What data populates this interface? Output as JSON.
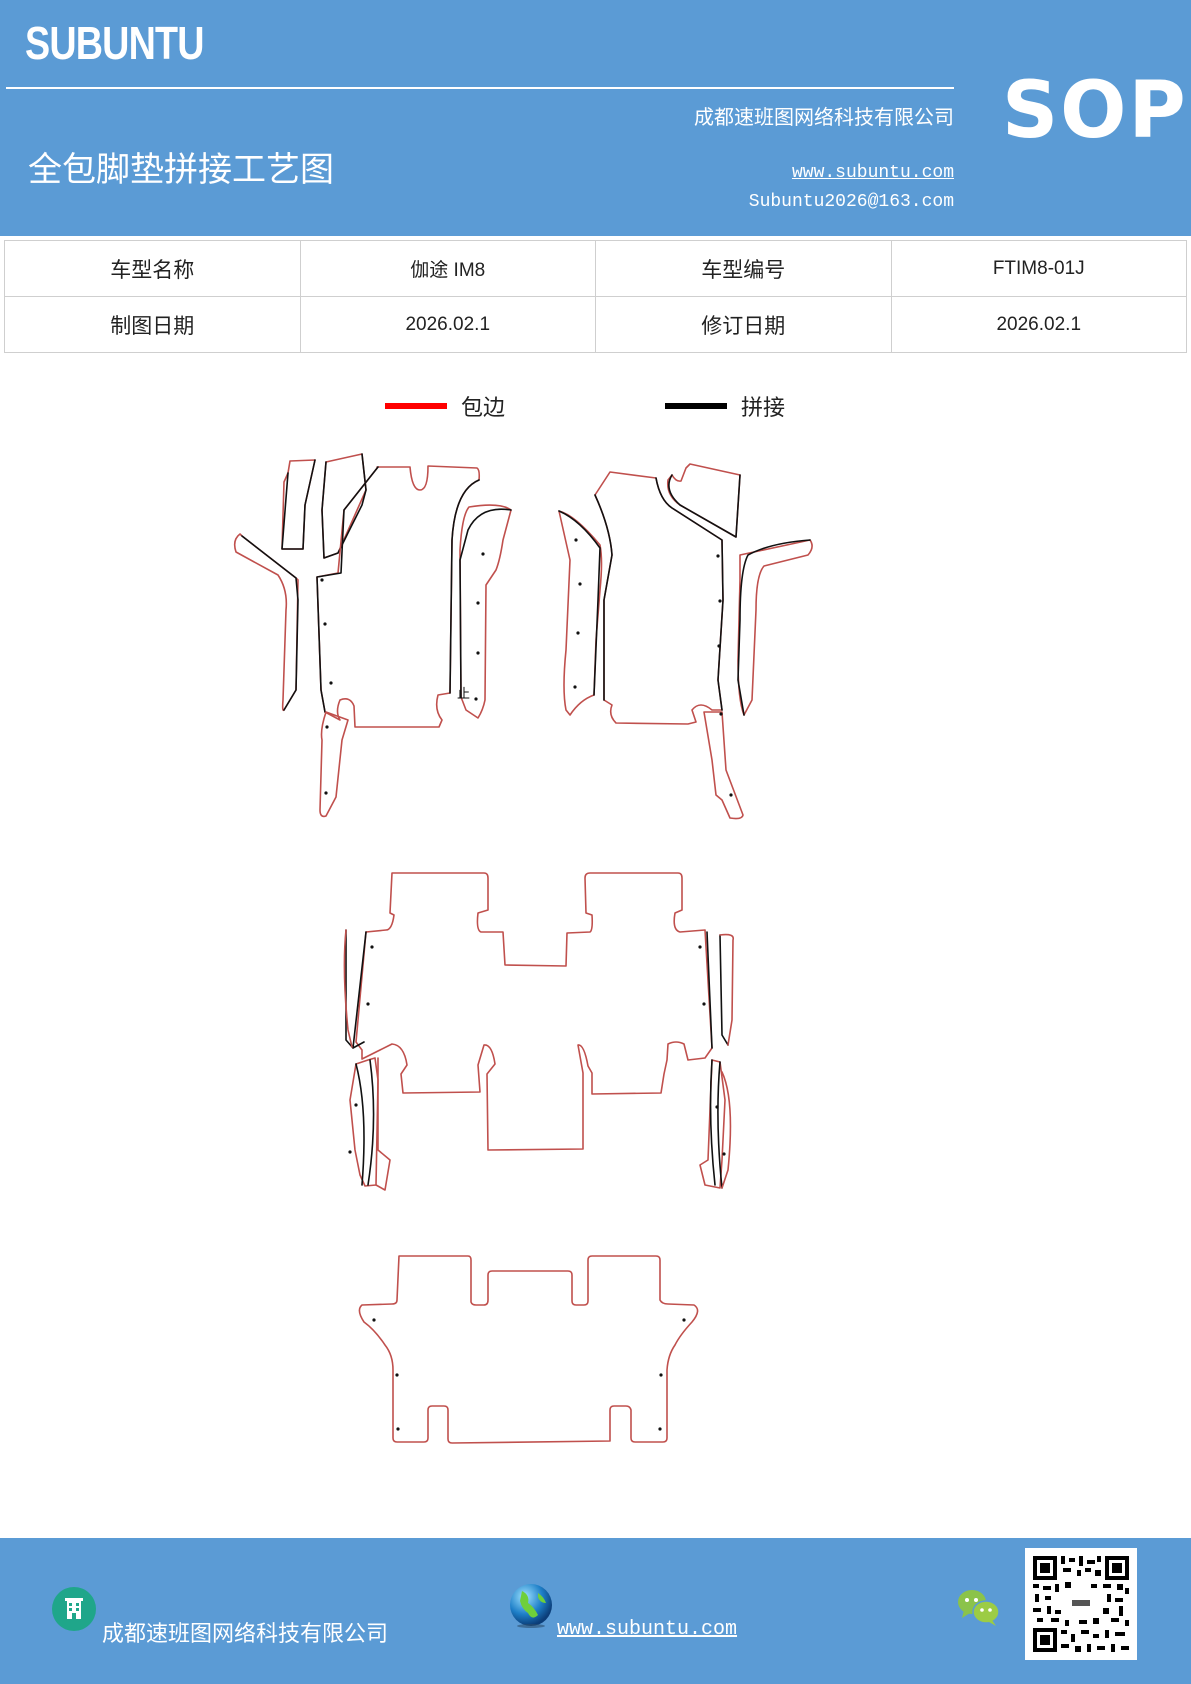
{
  "header": {
    "brand": "SUBUNTU",
    "title": "全包脚垫拼接工艺图",
    "company": "成都速班图网络科技有限公司",
    "website": "www.subuntu.com",
    "email": "Subuntu2026@163.com",
    "badge": "SOP",
    "background_color": "#5b9bd5"
  },
  "info_table": {
    "rows": [
      [
        {
          "label": "车型名称"
        },
        {
          "value": "伽途 IM8"
        },
        {
          "label": "车型编号"
        },
        {
          "value": "FTIM8-01J"
        }
      ],
      [
        {
          "label": "制图日期"
        },
        {
          "value": "2026.02.1"
        },
        {
          "label": "修订日期"
        },
        {
          "value": "2026.02.1"
        }
      ]
    ]
  },
  "legend": {
    "items": [
      {
        "label": "包边",
        "color": "#ff0000"
      },
      {
        "label": "拼接",
        "color": "#000000"
      }
    ]
  },
  "diagram": {
    "annotation": "止",
    "edge_color": "#c0504d",
    "seam_color": "#111111"
  },
  "footer": {
    "company": "成都速班图网络科技有限公司",
    "website": "www.subuntu.com",
    "icons": [
      "building-icon",
      "globe-icon",
      "wechat-icon",
      "qr-code"
    ]
  }
}
